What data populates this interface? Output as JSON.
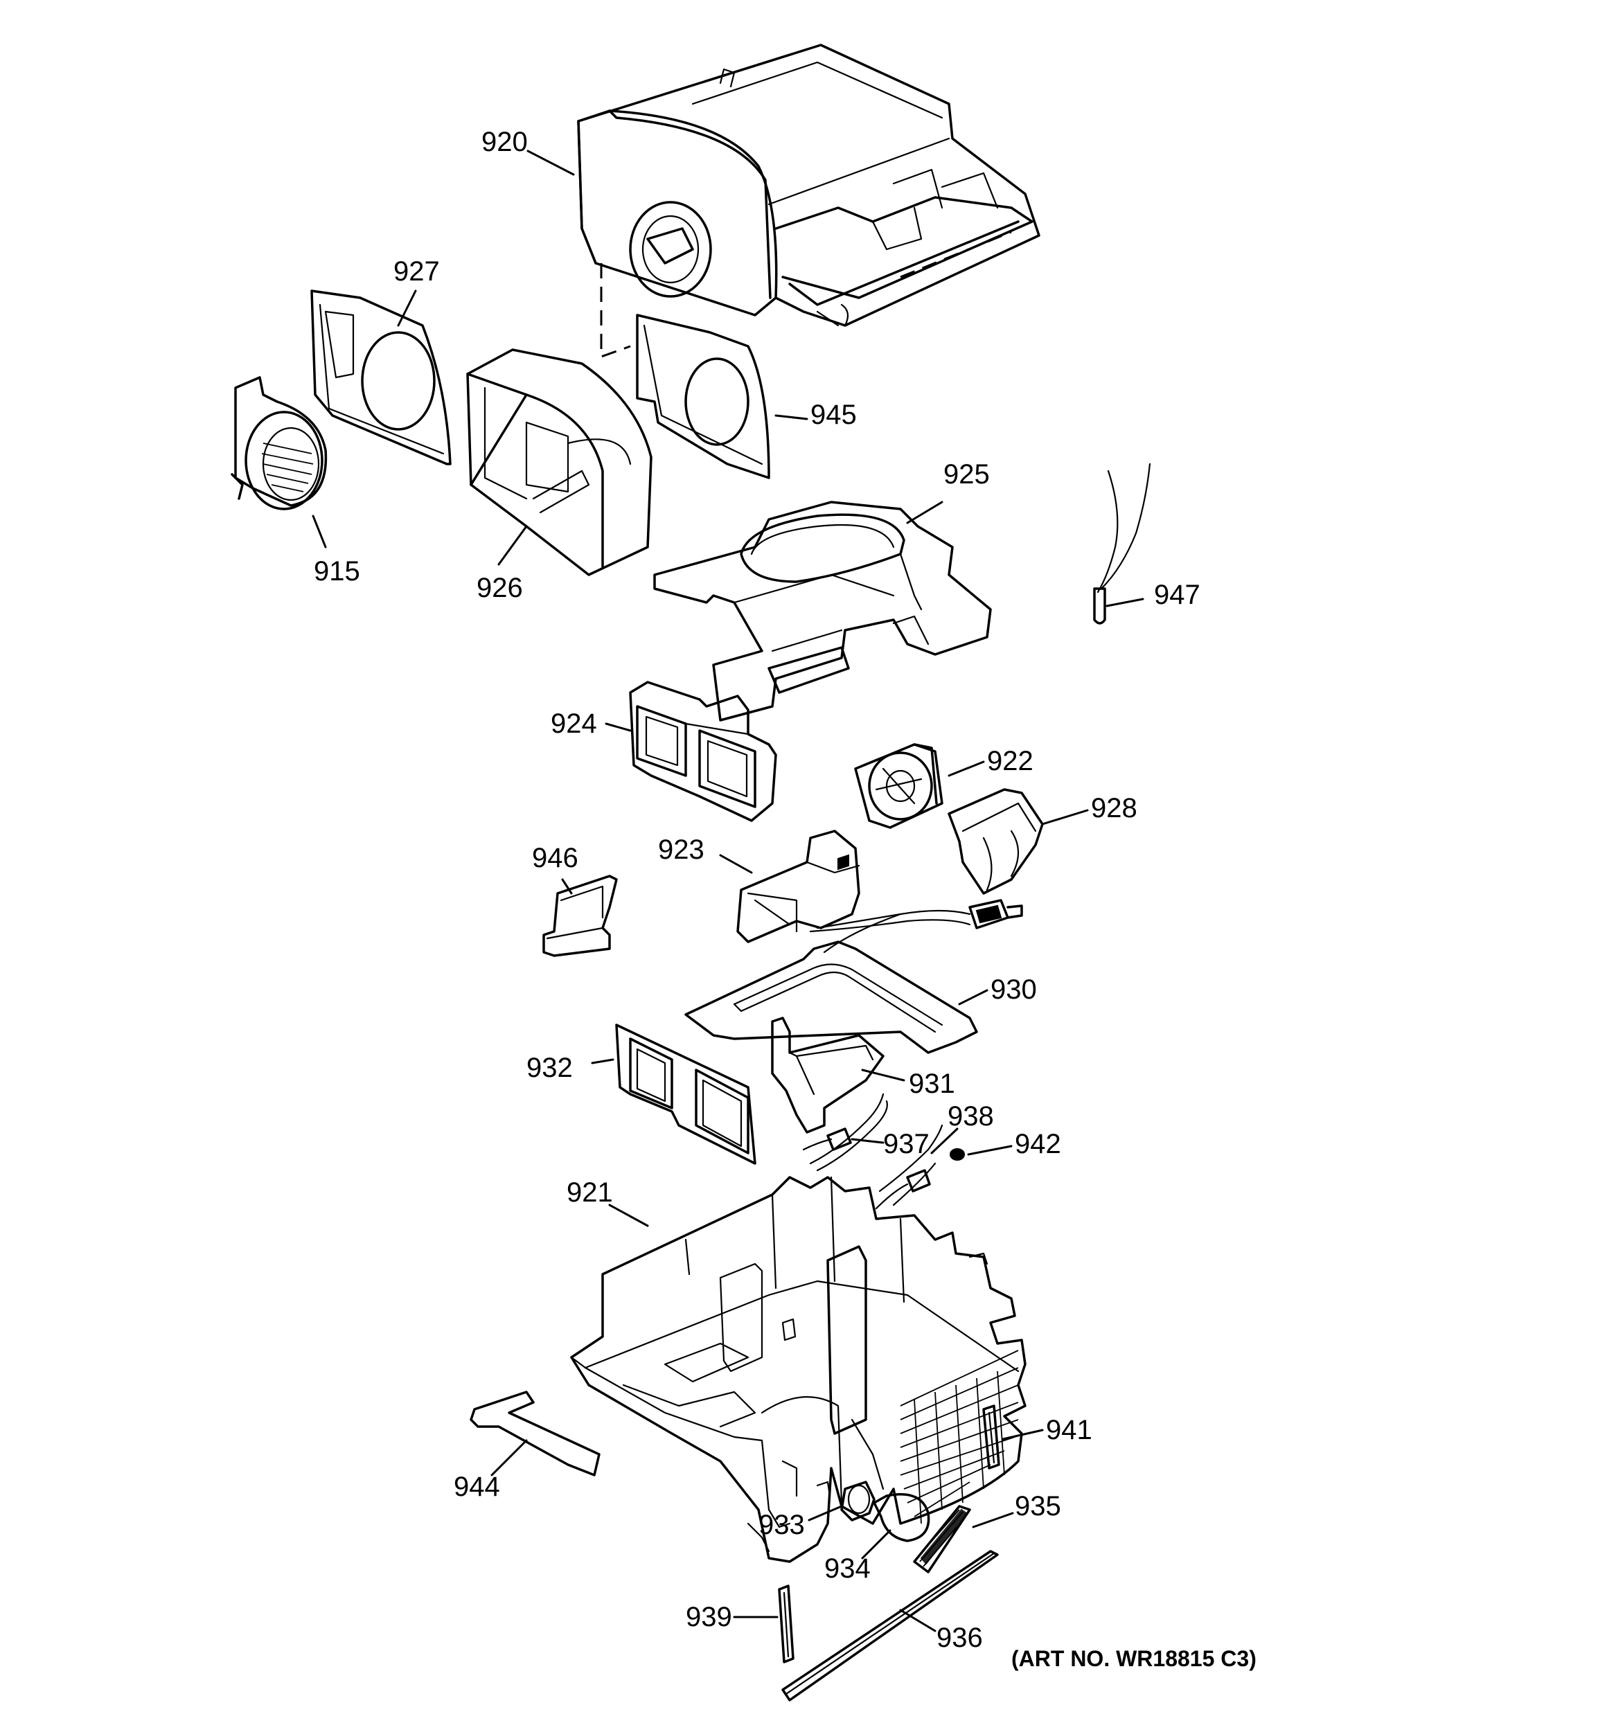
{
  "callouts": {
    "c915": "915",
    "c920": "920",
    "c921": "921",
    "c922": "922",
    "c923": "923",
    "c924": "924",
    "c925": "925",
    "c926": "926",
    "c927": "927",
    "c928": "928",
    "c930": "930",
    "c931": "931",
    "c932": "932",
    "c933": "933",
    "c934": "934",
    "c935": "935",
    "c936": "936",
    "c937": "937",
    "c938": "938",
    "c939": "939",
    "c941": "941",
    "c942": "942",
    "c944": "944",
    "c945": "945",
    "c946": "946",
    "c947": "947"
  },
  "art_number": "(ART NO. WR18815 C3)"
}
